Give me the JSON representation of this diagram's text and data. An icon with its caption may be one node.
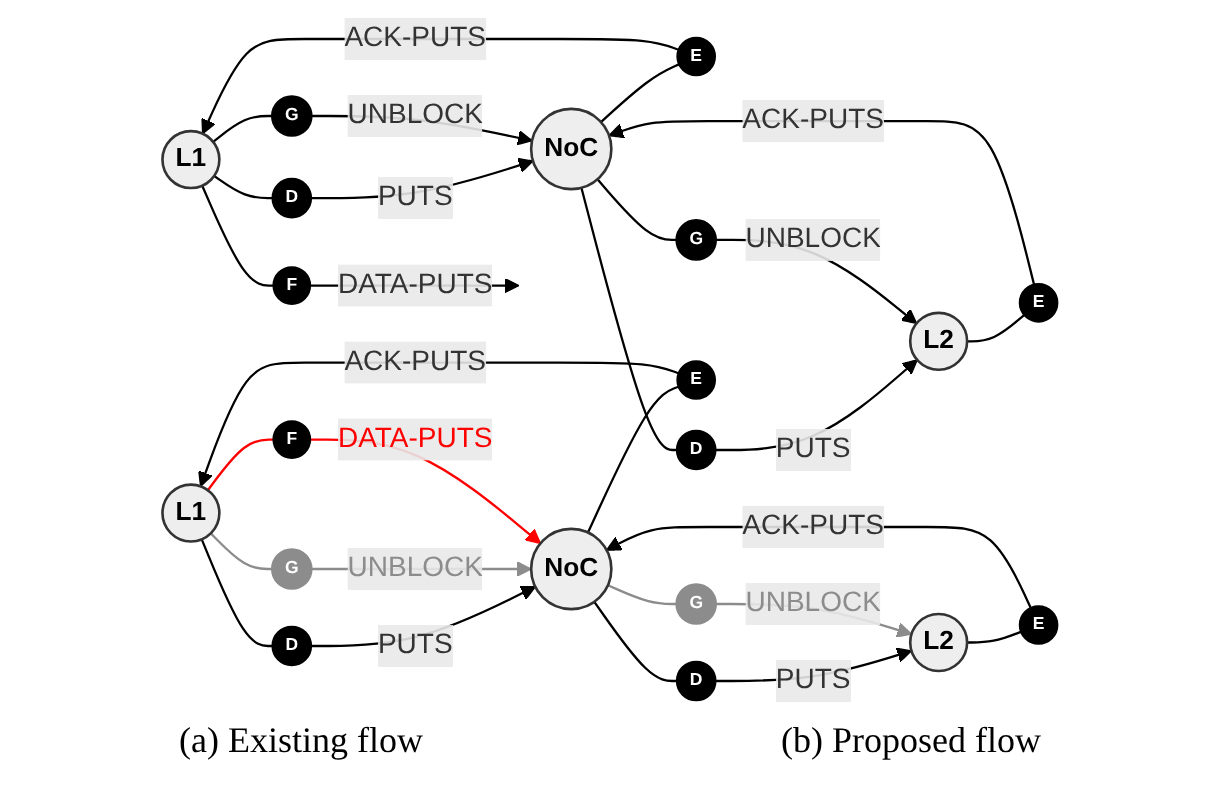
{
  "diagram": {
    "nodes": [
      {
        "text": [
          "L1"
        ]
      },
      {
        "text": [
          "NoC"
        ]
      },
      {
        "text": [
          "L2"
        ]
      },
      {
        "text": [
          "D"
        ]
      },
      {
        "text": [
          "E"
        ]
      },
      {
        "text": [
          "G"
        ]
      },
      {
        "text": [
          "F"
        ]
      },
      {
        "text": [
          "D"
        ]
      },
      {
        "text": [
          "E"
        ]
      },
      {
        "text": [
          "G"
        ]
      },
      {
        "text": [
          "L1"
        ]
      },
      {
        "text": [
          "NoC"
        ]
      },
      {
        "text": [
          "L2"
        ]
      },
      {
        "text": [
          "D"
        ]
      },
      {
        "text": [
          "E"
        ]
      },
      {
        "text": [
          "G"
        ]
      },
      {
        "text": [
          "F"
        ]
      },
      {
        "text": [
          "D"
        ]
      },
      {
        "text": [
          "E"
        ]
      },
      {
        "text": [
          "G"
        ]
      }
    ],
    "edges": [
      {
        "from": 0,
        "to": 3,
        "arrow": "none"
      },
      {
        "from": 3,
        "to": 1,
        "arrow": "to",
        "label": "PUTS"
      },
      {
        "from": 1,
        "to": 4,
        "arrow": "none"
      },
      {
        "from": 4,
        "to": 0,
        "arrow": "to",
        "label": "ACK-PUTS"
      },
      {
        "from": 0,
        "to": 5,
        "arrow": "none"
      },
      {
        "from": 5,
        "to": 1,
        "arrow": "to",
        "label": "UNBLOCK"
      },
      {
        "from": 0,
        "to": 6,
        "arrow": "none"
      },
      {
        "from": 6,
        "to": null,
        "arrow": "to",
        "label": "DATA-PUTS"
      },
      {
        "from": 1,
        "to": 7,
        "arrow": "none"
      },
      {
        "from": 7,
        "to": 2,
        "arrow": "to",
        "label": "PUTS"
      },
      {
        "from": 2,
        "to": 8,
        "arrow": "none"
      },
      {
        "from": 8,
        "to": 1,
        "arrow": "to",
        "label": "ACK-PUTS"
      },
      {
        "from": 1,
        "to": 9,
        "arrow": "none"
      },
      {
        "from": 9,
        "to": 2,
        "arrow": "to",
        "label": "UNBLOCK"
      },
      {
        "from": 10,
        "to": 13,
        "arrow": "none"
      },
      {
        "from": 13,
        "to": 11,
        "arrow": "to",
        "label": "PUTS"
      },
      {
        "from": 11,
        "to": 14,
        "arrow": "none"
      },
      {
        "from": 14,
        "to": 10,
        "arrow": "to",
        "label": "ACK-PUTS"
      },
      {
        "from": 10,
        "to": 15,
        "arrow": "none",
        "color": "#8c8c8c"
      },
      {
        "from": 15,
        "to": 11,
        "arrow": "to",
        "label": "UNBLOCK",
        "color": "#8c8c8c"
      },
      {
        "from": 10,
        "to": 16,
        "arrow": "none",
        "color": "#ff0000"
      },
      {
        "from": 16,
        "to": 11,
        "arrow": "to",
        "label": "DATA-PUTS",
        "color": "#ff0000"
      },
      {
        "from": 11,
        "to": 17,
        "arrow": "none"
      },
      {
        "from": 17,
        "to": 12,
        "arrow": "to",
        "label": "PUTS"
      },
      {
        "from": 12,
        "to": 18,
        "arrow": "none"
      },
      {
        "from": 18,
        "to": 11,
        "arrow": "to",
        "label": "ACK-PUTS"
      },
      {
        "from": 11,
        "to": 19,
        "arrow": "none",
        "color": "#8c8c8c"
      },
      {
        "from": 19,
        "to": 12,
        "arrow": "to",
        "label": "UNBLOCK",
        "color": "#8c8c8c"
      }
    ],
    "labels": [
      "(a) Existing flow",
      "(b) Proposed flow"
    ]
  }
}
